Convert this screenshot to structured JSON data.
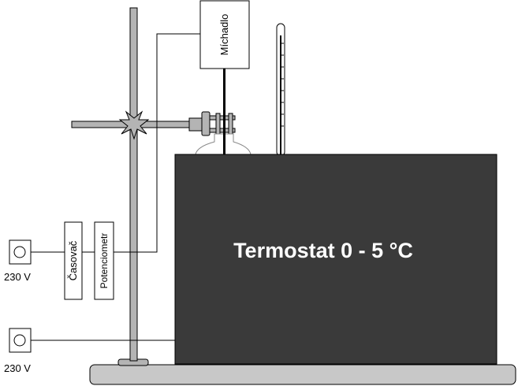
{
  "diagram": {
    "stirrer_label": "Míchadlo",
    "timer_label": "Časovač",
    "potentiometer_label": "Potenciometr",
    "thermostat_label": "Termostat 0 - 5 °C",
    "socket_top_voltage": "230 V",
    "socket_bottom_voltage": "230 V"
  },
  "colors": {
    "thermostat_fill": "#3a3a3a",
    "base_fill": "#c8c8c8",
    "rod_fill": "#b4b4b4",
    "background": "#ffffff"
  }
}
